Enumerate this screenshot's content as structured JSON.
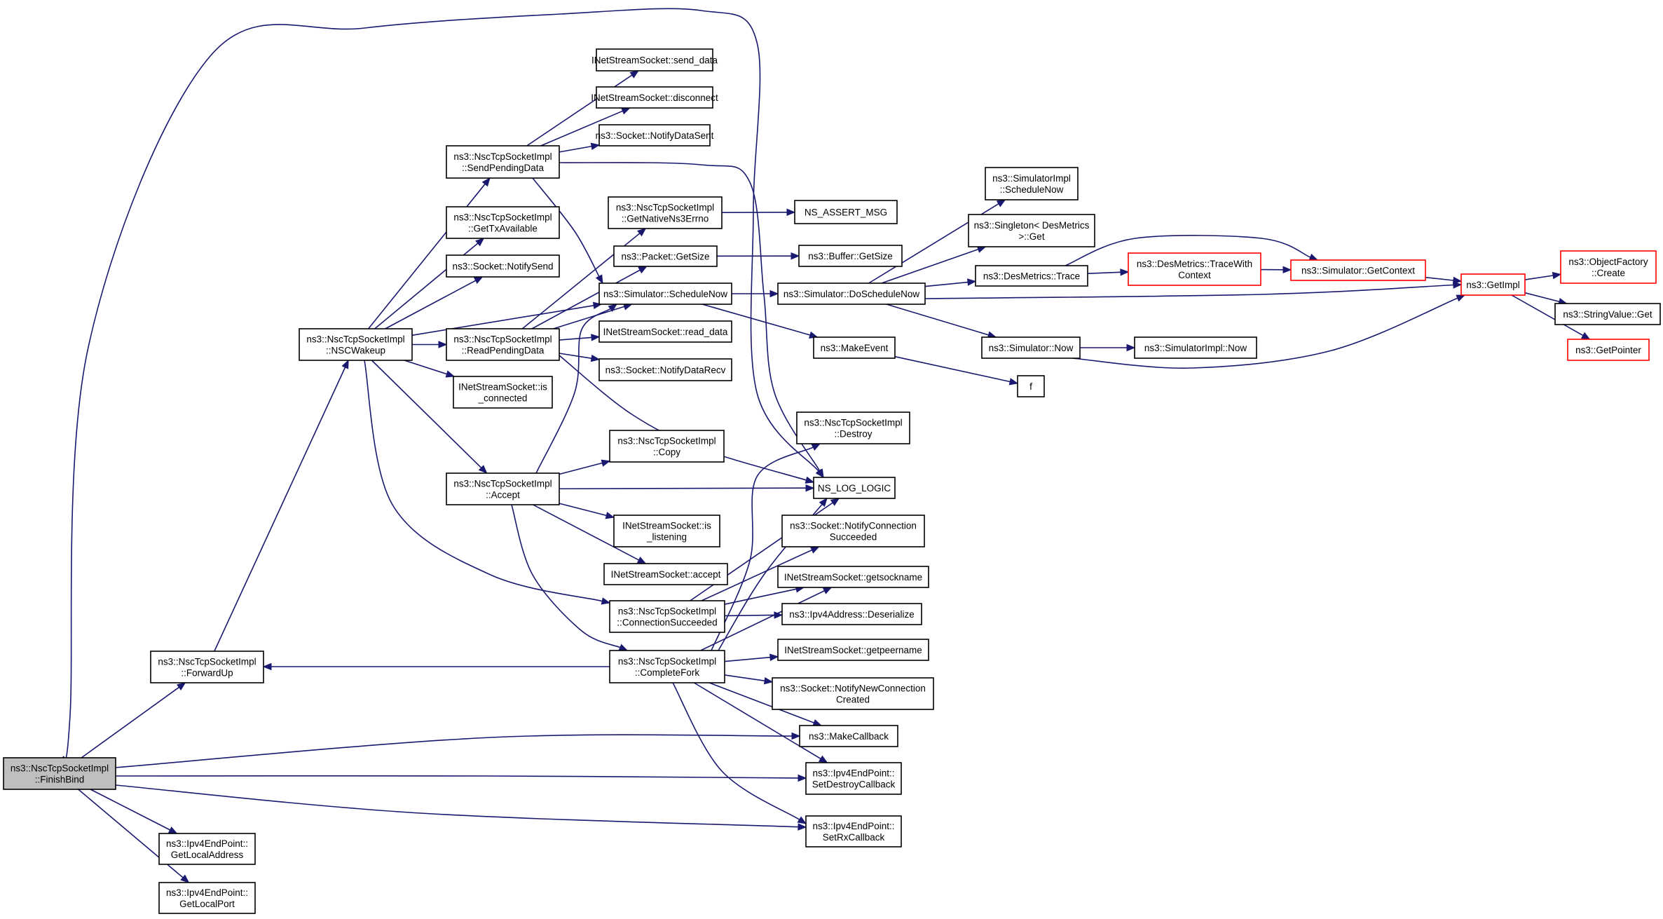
{
  "nodes": [
    {
      "id": "finishbind",
      "lines": [
        "ns3::NscTcpSocketImpl",
        "::FinishBind"
      ],
      "style": "root"
    },
    {
      "id": "forwardup",
      "lines": [
        "ns3::NscTcpSocketImpl",
        "::ForwardUp"
      ],
      "style": "normal"
    },
    {
      "id": "getlocaladdress",
      "lines": [
        "ns3::Ipv4EndPoint::",
        "GetLocalAddress"
      ],
      "style": "normal"
    },
    {
      "id": "getlocalport",
      "lines": [
        "ns3::Ipv4EndPoint::",
        "GetLocalPort"
      ],
      "style": "normal"
    },
    {
      "id": "nscwakeup",
      "lines": [
        "ns3::NscTcpSocketImpl",
        "::NSCWakeup"
      ],
      "style": "normal"
    },
    {
      "id": "sendpendingdata",
      "lines": [
        "ns3::NscTcpSocketImpl",
        "::SendPendingData"
      ],
      "style": "normal"
    },
    {
      "id": "gettxavailable",
      "lines": [
        "ns3::NscTcpSocketImpl",
        "::GetTxAvailable"
      ],
      "style": "normal"
    },
    {
      "id": "notifysend",
      "lines": [
        "ns3::Socket::NotifySend"
      ],
      "style": "normal"
    },
    {
      "id": "readpendingdata",
      "lines": [
        "ns3::NscTcpSocketImpl",
        "::ReadPendingData"
      ],
      "style": "normal"
    },
    {
      "id": "isconnected",
      "lines": [
        "INetStreamSocket::is",
        "_connected"
      ],
      "style": "normal"
    },
    {
      "id": "accept",
      "lines": [
        "ns3::NscTcpSocketImpl",
        "::Accept"
      ],
      "style": "normal"
    },
    {
      "id": "senddata",
      "lines": [
        "INetStreamSocket::send_data"
      ],
      "style": "normal"
    },
    {
      "id": "disconnect",
      "lines": [
        "INetStreamSocket::disconnect"
      ],
      "style": "normal"
    },
    {
      "id": "notifydatasent",
      "lines": [
        "ns3::Socket::NotifyDataSent"
      ],
      "style": "normal"
    },
    {
      "id": "getnativens3errno",
      "lines": [
        "ns3::NscTcpSocketImpl",
        "::GetNativeNs3Errno"
      ],
      "style": "normal"
    },
    {
      "id": "packetgetsize",
      "lines": [
        "ns3::Packet::GetSize"
      ],
      "style": "normal"
    },
    {
      "id": "schedulenow",
      "lines": [
        "ns3::Simulator::ScheduleNow"
      ],
      "style": "normal"
    },
    {
      "id": "readdata",
      "lines": [
        "INetStreamSocket::read_data"
      ],
      "style": "normal"
    },
    {
      "id": "notifydatarecv",
      "lines": [
        "ns3::Socket::NotifyDataRecv"
      ],
      "style": "normal"
    },
    {
      "id": "copy",
      "lines": [
        "ns3::NscTcpSocketImpl",
        "::Copy"
      ],
      "style": "normal"
    },
    {
      "id": "islistening",
      "lines": [
        "INetStreamSocket::is",
        "_listening"
      ],
      "style": "normal"
    },
    {
      "id": "inetaccept",
      "lines": [
        "INetStreamSocket::accept"
      ],
      "style": "normal"
    },
    {
      "id": "connectionsucceeded",
      "lines": [
        "ns3::NscTcpSocketImpl",
        "::ConnectionSucceeded"
      ],
      "style": "normal"
    },
    {
      "id": "completefork",
      "lines": [
        "ns3::NscTcpSocketImpl",
        "::CompleteFork"
      ],
      "style": "normal"
    },
    {
      "id": "nsassertmsg",
      "lines": [
        "NS_ASSERT_MSG"
      ],
      "style": "normal"
    },
    {
      "id": "buffergetsize",
      "lines": [
        "ns3::Buffer::GetSize"
      ],
      "style": "normal"
    },
    {
      "id": "doschedulenow",
      "lines": [
        "ns3::Simulator::DoScheduleNow"
      ],
      "style": "normal"
    },
    {
      "id": "makeevent",
      "lines": [
        "ns3::MakeEvent"
      ],
      "style": "normal"
    },
    {
      "id": "destroy",
      "lines": [
        "ns3::NscTcpSocketImpl",
        "::Destroy"
      ],
      "style": "normal"
    },
    {
      "id": "nsloglogic",
      "lines": [
        "NS_LOG_LOGIC"
      ],
      "style": "normal"
    },
    {
      "id": "notifyconnectionsucceeded",
      "lines": [
        "ns3::Socket::NotifyConnection",
        "Succeeded"
      ],
      "style": "normal"
    },
    {
      "id": "getsockname",
      "lines": [
        "INetStreamSocket::getsockname"
      ],
      "style": "normal"
    },
    {
      "id": "ipv4deserialize",
      "lines": [
        "ns3::Ipv4Address::Deserialize"
      ],
      "style": "normal"
    },
    {
      "id": "getpeername",
      "lines": [
        "INetStreamSocket::getpeername"
      ],
      "style": "normal"
    },
    {
      "id": "notifynewconnection",
      "lines": [
        "ns3::Socket::NotifyNewConnection",
        "Created"
      ],
      "style": "normal"
    },
    {
      "id": "makecallback",
      "lines": [
        "ns3::MakeCallback"
      ],
      "style": "normal"
    },
    {
      "id": "setdestroycallback",
      "lines": [
        "ns3::Ipv4EndPoint::",
        "SetDestroyCallback"
      ],
      "style": "normal"
    },
    {
      "id": "setrxcallback",
      "lines": [
        "ns3::Ipv4EndPoint::",
        "SetRxCallback"
      ],
      "style": "normal"
    },
    {
      "id": "simimplschedulenow",
      "lines": [
        "ns3::SimulatorImpl",
        "::ScheduleNow"
      ],
      "style": "normal"
    },
    {
      "id": "singletonget",
      "lines": [
        "ns3::Singleton< DesMetrics",
        ">::Get"
      ],
      "style": "normal"
    },
    {
      "id": "desmetricstrace",
      "lines": [
        "ns3::DesMetrics::Trace"
      ],
      "style": "normal"
    },
    {
      "id": "simulatornow",
      "lines": [
        "ns3::Simulator::Now"
      ],
      "style": "normal"
    },
    {
      "id": "f",
      "lines": [
        "f"
      ],
      "style": "normal"
    },
    {
      "id": "tracewithcontext",
      "lines": [
        "ns3::DesMetrics::TraceWith",
        "Context"
      ],
      "style": "red"
    },
    {
      "id": "getcontext",
      "lines": [
        "ns3::Simulator::GetContext"
      ],
      "style": "red"
    },
    {
      "id": "simimplnow",
      "lines": [
        "ns3::SimulatorImpl::Now"
      ],
      "style": "normal"
    },
    {
      "id": "getimpl",
      "lines": [
        "ns3::GetImpl"
      ],
      "style": "red"
    },
    {
      "id": "objectfactorycreate",
      "lines": [
        "ns3::ObjectFactory",
        "::Create"
      ],
      "style": "red"
    },
    {
      "id": "stringvalueget",
      "lines": [
        "ns3::StringValue::Get"
      ],
      "style": "normal"
    },
    {
      "id": "getpointer",
      "lines": [
        "ns3::GetPointer"
      ],
      "style": "red"
    }
  ],
  "edges": [
    [
      "finishbind",
      "nsloglogic"
    ],
    [
      "finishbind",
      "forwardup"
    ],
    [
      "finishbind",
      "makecallback"
    ],
    [
      "finishbind",
      "setdestroycallback"
    ],
    [
      "finishbind",
      "setrxcallback"
    ],
    [
      "finishbind",
      "getlocaladdress"
    ],
    [
      "finishbind",
      "getlocalport"
    ],
    [
      "forwardup",
      "nscwakeup"
    ],
    [
      "nscwakeup",
      "sendpendingdata"
    ],
    [
      "nscwakeup",
      "gettxavailable"
    ],
    [
      "nscwakeup",
      "notifysend"
    ],
    [
      "nscwakeup",
      "schedulenow"
    ],
    [
      "nscwakeup",
      "readpendingdata"
    ],
    [
      "nscwakeup",
      "isconnected"
    ],
    [
      "nscwakeup",
      "accept"
    ],
    [
      "nscwakeup",
      "connectionsucceeded"
    ],
    [
      "sendpendingdata",
      "senddata"
    ],
    [
      "sendpendingdata",
      "disconnect"
    ],
    [
      "sendpendingdata",
      "notifydatasent"
    ],
    [
      "sendpendingdata",
      "schedulenow"
    ],
    [
      "sendpendingdata",
      "nsloglogic"
    ],
    [
      "readpendingdata",
      "getnativens3errno"
    ],
    [
      "readpendingdata",
      "packetgetsize"
    ],
    [
      "readpendingdata",
      "schedulenow"
    ],
    [
      "readpendingdata",
      "readdata"
    ],
    [
      "readpendingdata",
      "notifydatarecv"
    ],
    [
      "readpendingdata",
      "nsloglogic"
    ],
    [
      "accept",
      "schedulenow"
    ],
    [
      "accept",
      "copy"
    ],
    [
      "accept",
      "nsloglogic"
    ],
    [
      "accept",
      "islistening"
    ],
    [
      "accept",
      "inetaccept"
    ],
    [
      "accept",
      "completefork"
    ],
    [
      "connectionsucceeded",
      "nsloglogic"
    ],
    [
      "connectionsucceeded",
      "notifyconnectionsucceeded"
    ],
    [
      "connectionsucceeded",
      "getsockname"
    ],
    [
      "connectionsucceeded",
      "ipv4deserialize"
    ],
    [
      "completefork",
      "forwardup"
    ],
    [
      "completefork",
      "destroy"
    ],
    [
      "completefork",
      "nsloglogic"
    ],
    [
      "completefork",
      "getsockname"
    ],
    [
      "completefork",
      "getpeername"
    ],
    [
      "completefork",
      "notifynewconnection"
    ],
    [
      "completefork",
      "makecallback"
    ],
    [
      "completefork",
      "setdestroycallback"
    ],
    [
      "completefork",
      "setrxcallback"
    ],
    [
      "getnativens3errno",
      "nsassertmsg"
    ],
    [
      "packetgetsize",
      "buffergetsize"
    ],
    [
      "schedulenow",
      "doschedulenow"
    ],
    [
      "schedulenow",
      "makeevent"
    ],
    [
      "doschedulenow",
      "simimplschedulenow"
    ],
    [
      "doschedulenow",
      "singletonget"
    ],
    [
      "doschedulenow",
      "desmetricstrace"
    ],
    [
      "doschedulenow",
      "getimpl"
    ],
    [
      "doschedulenow",
      "simulatornow"
    ],
    [
      "makeevent",
      "f"
    ],
    [
      "desmetricstrace",
      "tracewithcontext"
    ],
    [
      "desmetricstrace",
      "getcontext"
    ],
    [
      "tracewithcontext",
      "getcontext"
    ],
    [
      "getcontext",
      "getimpl"
    ],
    [
      "simulatornow",
      "simimplnow"
    ],
    [
      "simulatornow",
      "getimpl"
    ],
    [
      "getimpl",
      "objectfactorycreate"
    ],
    [
      "getimpl",
      "stringvalueget"
    ],
    [
      "getimpl",
      "getpointer"
    ]
  ],
  "colors": {
    "edge": "#191970",
    "node_border": "#000000",
    "node_border_highlight": "#ff0000",
    "root_fill": "#bfbfbf"
  }
}
